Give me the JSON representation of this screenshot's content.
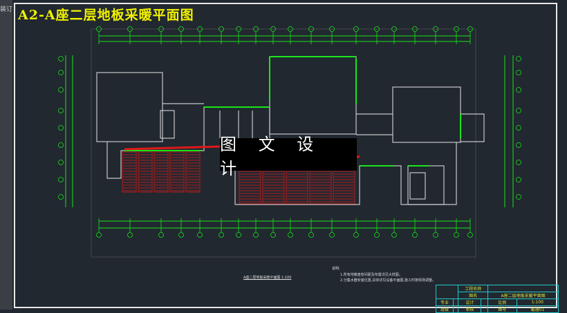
{
  "left_strip_text": "装订",
  "title": "A2-A座二层地板采暖平面图",
  "watermark": "图 文 设 计",
  "plan_caption": "A座二层地板采暖平面图  1:100",
  "notes": {
    "heading": "说明:",
    "line1": "1.所有地暖盘管间距及布置详见大样图。",
    "line2": "2.分集水器安装位置,具体详见设备平面图,施工时按现场调整。"
  },
  "title_block": {
    "project_name_label": "工程名称",
    "drawing_name_label": "图名",
    "drawing_name": "A座二层地板采暖平面图",
    "major_label": "专业",
    "class_label": "班级",
    "design_label": "设计",
    "review_label": "审核",
    "scale_label": "比例",
    "scale": "1:100",
    "drawing_no_label": "图号",
    "drawing_no": "暖通01"
  },
  "colors": {
    "background": "#212830",
    "title": "#f2f200",
    "dimension": "#19e619",
    "heating_pipe": "#e01818",
    "wall": "#c8c8c8",
    "title_block": "#22c8c8"
  }
}
